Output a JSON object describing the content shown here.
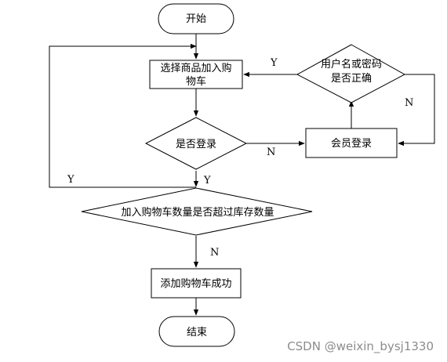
{
  "nodes": {
    "start": "开始",
    "select_line1": "选择商品加入购",
    "select_line2": "物车",
    "login_check": "是否登录",
    "credentials_line1": "用户名或密码",
    "credentials_line2": "是否正确",
    "member_login": "会员登录",
    "stock_check": "加入购物车数量是否超过库存数量",
    "add_success": "添加购物车成功",
    "end": "结束"
  },
  "edges": {
    "cred_to_select": "Y",
    "cred_to_member": "N",
    "login_to_member": "N",
    "login_to_stock": "Y",
    "stock_to_select": "Y",
    "stock_to_success": "N"
  },
  "watermark": "CSDN @weixin_bysj1330"
}
